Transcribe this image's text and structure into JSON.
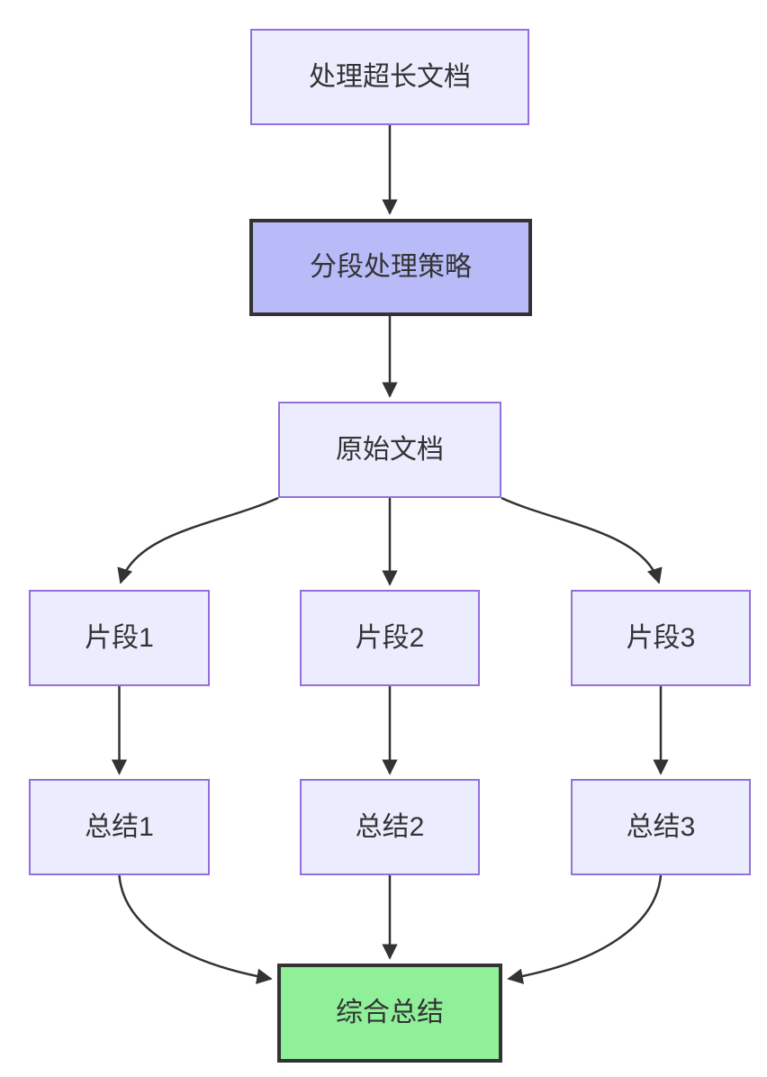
{
  "diagram": {
    "type": "flowchart",
    "direction": "top-down",
    "colors": {
      "background": "#ffffff",
      "node_fill": "#ececff",
      "node_border": "#9370db",
      "highlight_fill": "#b8bbf8",
      "highlight_border": "#333333",
      "result_fill": "#90f09a",
      "result_border": "#333333",
      "edge": "#333333",
      "text": "#333333"
    },
    "nodes": [
      {
        "id": "A",
        "label": "处理超长文档",
        "style": "default"
      },
      {
        "id": "B",
        "label": "分段处理策略",
        "style": "highlight"
      },
      {
        "id": "C",
        "label": "原始文档",
        "style": "default"
      },
      {
        "id": "D",
        "label": "片段1",
        "style": "default"
      },
      {
        "id": "E",
        "label": "片段2",
        "style": "default"
      },
      {
        "id": "F",
        "label": "片段3",
        "style": "default"
      },
      {
        "id": "G",
        "label": "总结1",
        "style": "default"
      },
      {
        "id": "H",
        "label": "总结2",
        "style": "default"
      },
      {
        "id": "I",
        "label": "总结3",
        "style": "default"
      },
      {
        "id": "J",
        "label": "综合总结",
        "style": "result"
      }
    ],
    "edges": [
      {
        "from": "处理超长文档",
        "to": "分段处理策略"
      },
      {
        "from": "分段处理策略",
        "to": "原始文档"
      },
      {
        "from": "原始文档",
        "to": "片段1"
      },
      {
        "from": "原始文档",
        "to": "片段2"
      },
      {
        "from": "原始文档",
        "to": "片段3"
      },
      {
        "from": "片段1",
        "to": "总结1"
      },
      {
        "from": "片段2",
        "to": "总结2"
      },
      {
        "from": "片段3",
        "to": "总结3"
      },
      {
        "from": "总结1",
        "to": "综合总结"
      },
      {
        "from": "总结2",
        "to": "综合总结"
      },
      {
        "from": "总结3",
        "to": "综合总结"
      }
    ]
  }
}
